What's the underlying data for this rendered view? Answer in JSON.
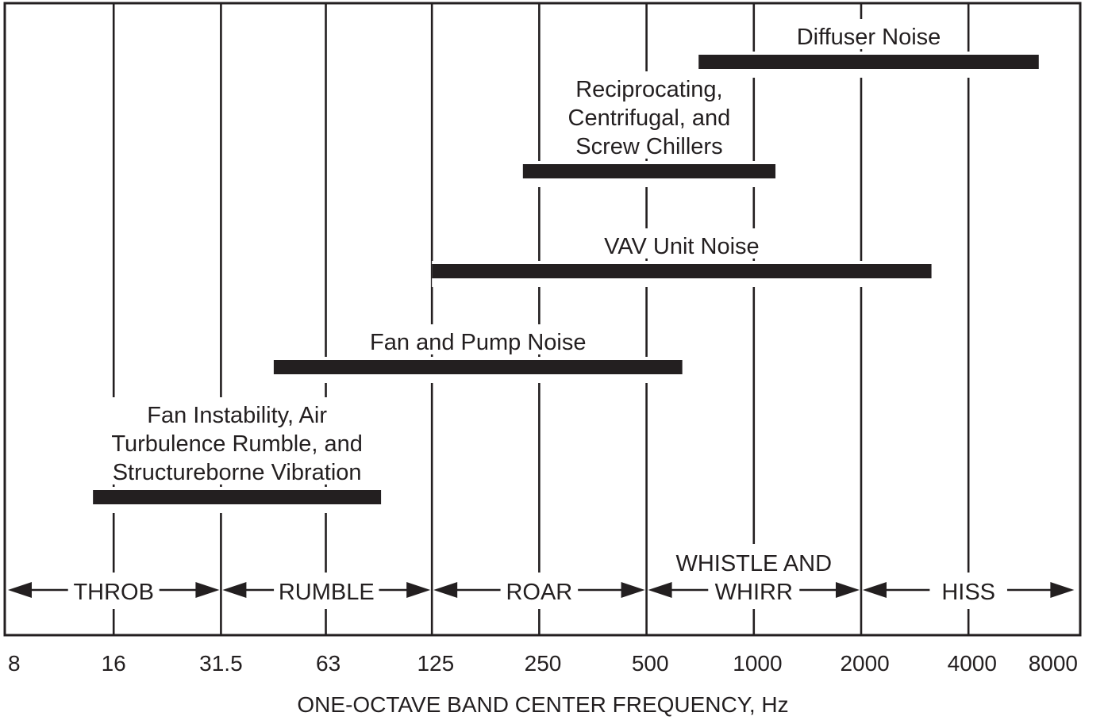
{
  "chart_data": {
    "type": "range-bar",
    "title": "",
    "xlabel": "ONE-OCTAVE BAND CENTER FREQUENCY, Hz",
    "ylabel": "",
    "x_scale": "log2",
    "xlim": [
      8,
      8000
    ],
    "x_ticks": [
      "8",
      "16",
      "31.5",
      "63",
      "125",
      "250",
      "500",
      "1000",
      "2000",
      "4000",
      "8000"
    ],
    "grid": true,
    "bars": [
      {
        "label": [
          "Diffuser Noise"
        ],
        "start_hz": 700,
        "end_hz": 6300
      },
      {
        "label": [
          "Reciprocating,",
          "Centrifugal, and",
          "Screw Chillers"
        ],
        "start_hz": 225,
        "end_hz": 1150
      },
      {
        "label": [
          "VAV Unit Noise"
        ],
        "start_hz": 125,
        "end_hz": 3150
      },
      {
        "label": [
          "Fan and Pump Noise"
        ],
        "start_hz": 45,
        "end_hz": 630
      },
      {
        "label": [
          "Fan Instability, Air",
          "Turbulence Rumble, and",
          "Structureborne Vibration"
        ],
        "start_hz": 14,
        "end_hz": 90
      }
    ],
    "regions": [
      {
        "label": [
          "THROB"
        ],
        "start_hz": 8,
        "end_hz": 31.5
      },
      {
        "label": [
          "RUMBLE"
        ],
        "start_hz": 31.5,
        "end_hz": 125
      },
      {
        "label": [
          "ROAR"
        ],
        "start_hz": 125,
        "end_hz": 500
      },
      {
        "label": [
          "WHISTLE AND",
          "WHIRR"
        ],
        "start_hz": 500,
        "end_hz": 2000
      },
      {
        "label": [
          "HISS"
        ],
        "start_hz": 2000,
        "end_hz": 8000
      }
    ]
  },
  "colors": {
    "ink": "#231f20",
    "background": "#ffffff"
  }
}
